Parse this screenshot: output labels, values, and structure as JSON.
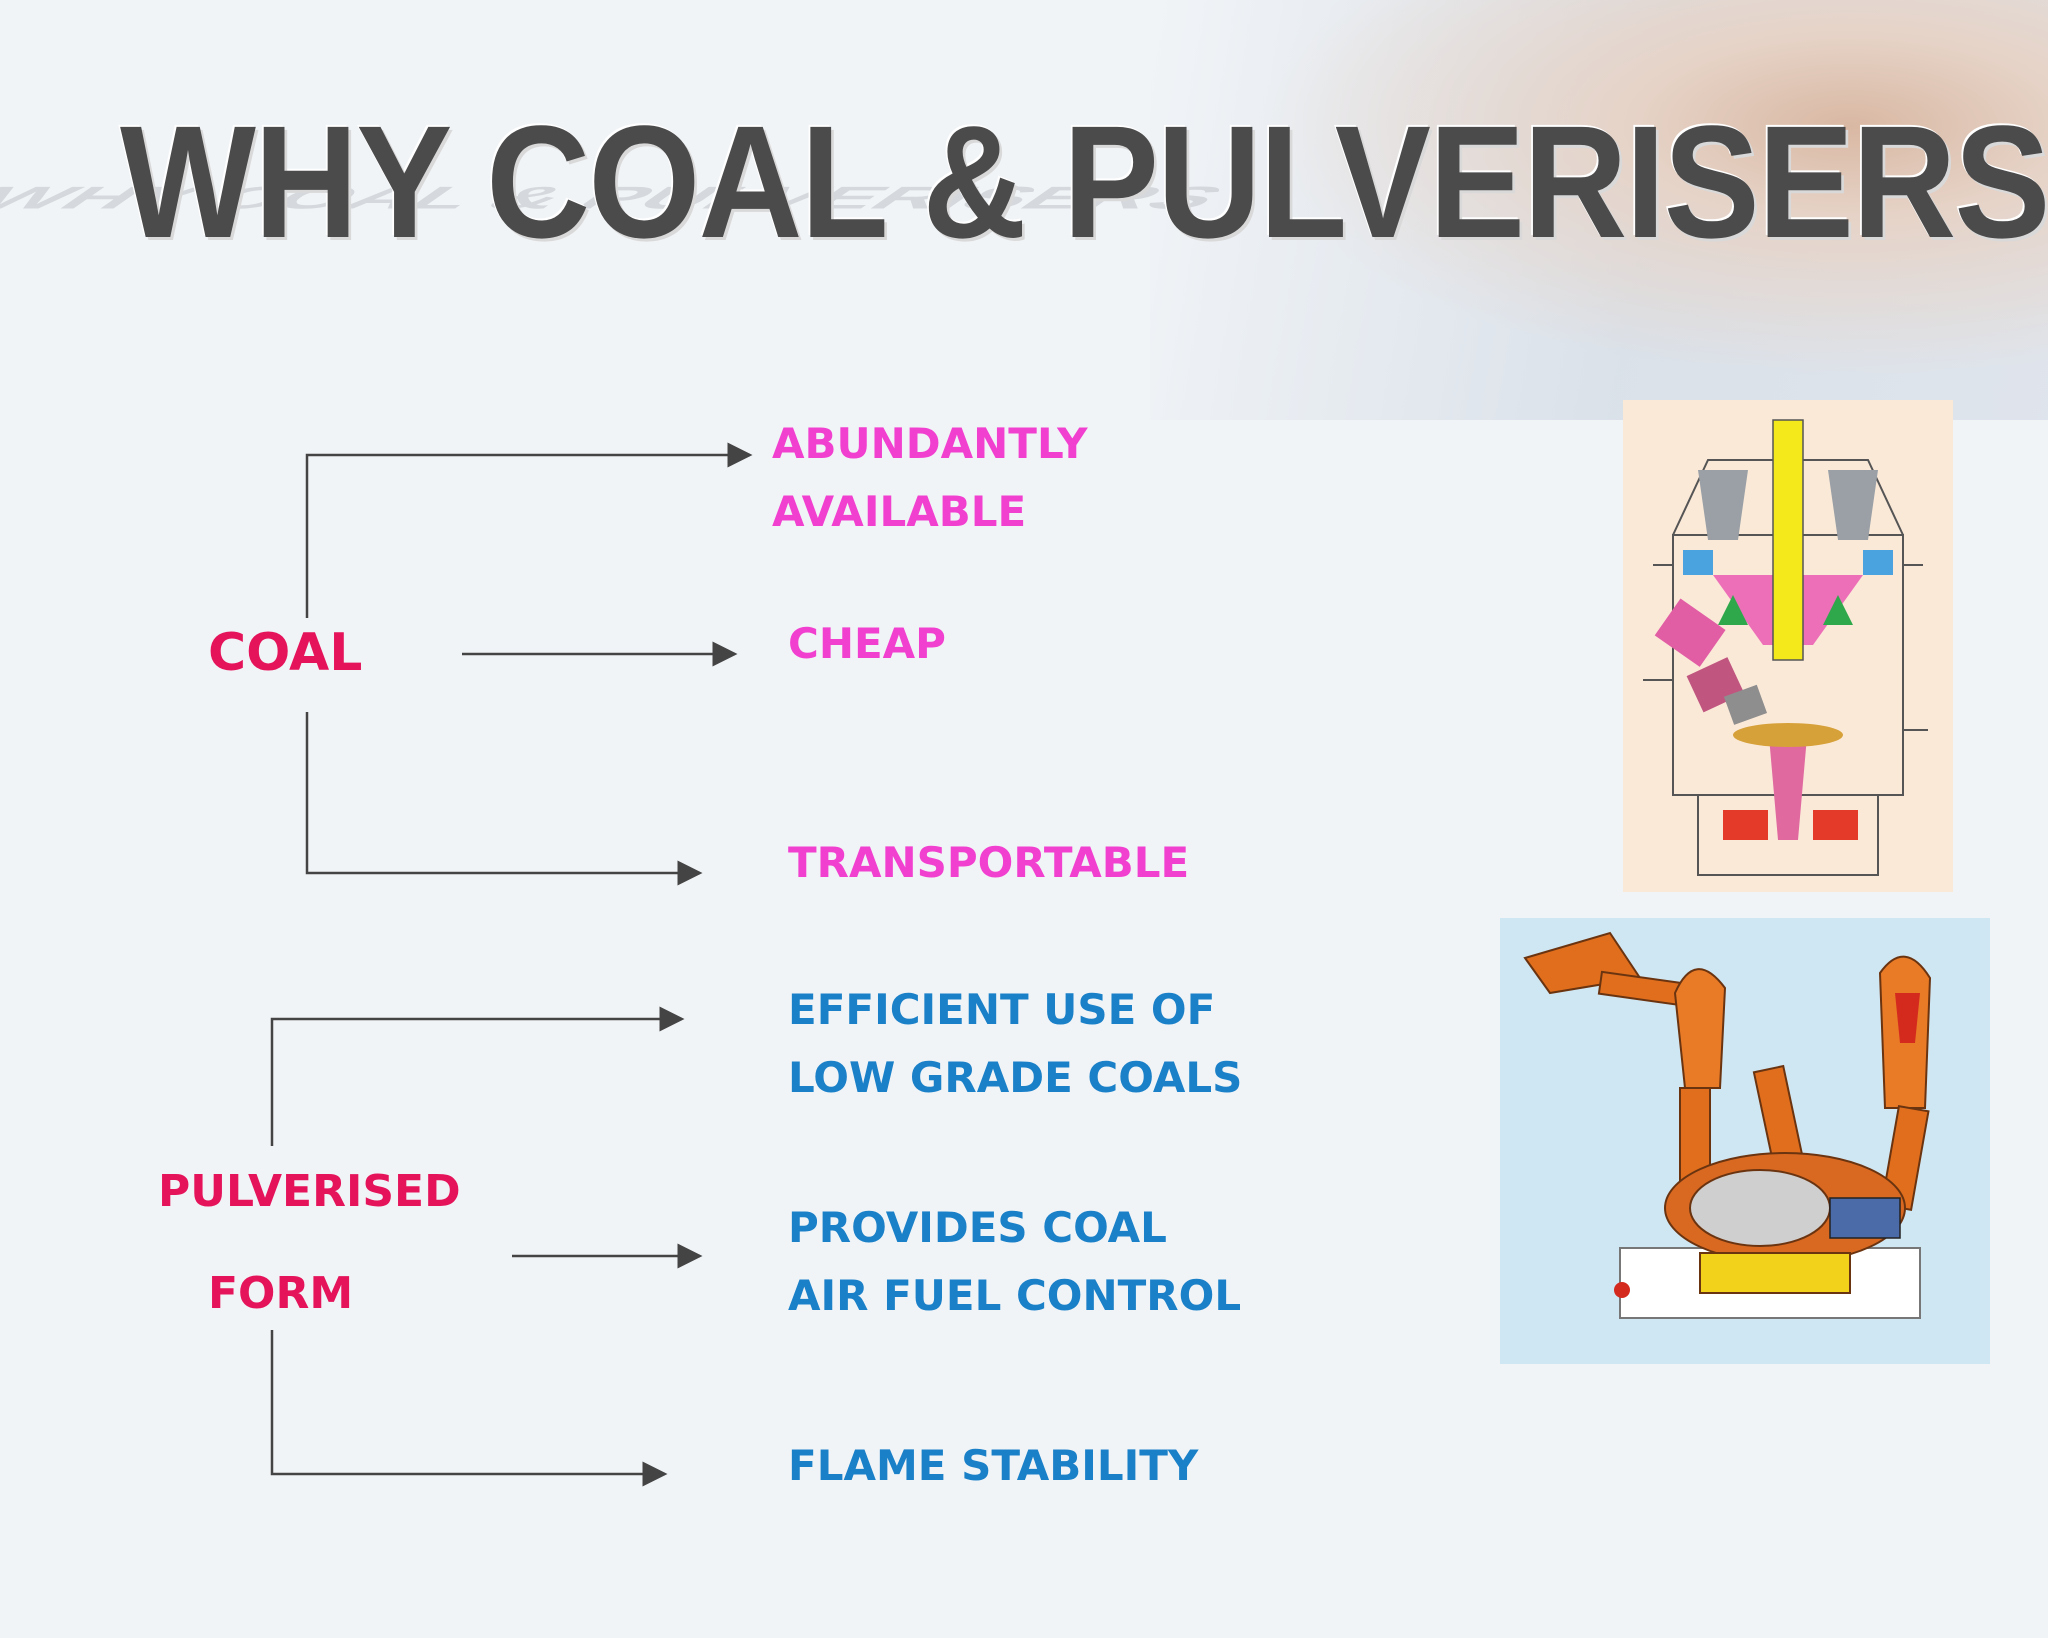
{
  "title": "WHY COAL  & PULVERISERS",
  "coal": {
    "label": "COAL",
    "benefits": [
      "ABUNDANTLY",
      "AVAILABLE",
      "CHEAP",
      "TRANSPORTABLE"
    ]
  },
  "pulverised": {
    "label_line1": "PULVERISED",
    "label_line2": "FORM",
    "benefits": [
      "EFFICIENT USE OF",
      "LOW GRADE COALS",
      "PROVIDES COAL",
      "AIR FUEL CONTROL",
      "FLAME STABILITY"
    ]
  },
  "colors": {
    "title": "#4b4b4b",
    "source_label": "#e5135a",
    "coal_benefit": "#f13fd0",
    "pulverised_benefit": "#1a80c8",
    "connector": "#444444"
  }
}
